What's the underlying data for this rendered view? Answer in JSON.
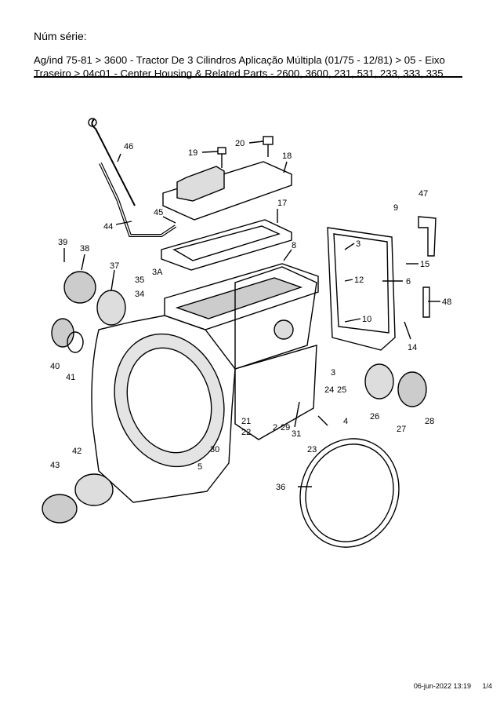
{
  "header": {
    "serial_label": "Núm série:",
    "breadcrumb_line1": "Ag/ind 75-81 > 3600 - Tractor De 3 Cilindros Aplicação Múltipla (01/75 - 12/81) > 05 - Eixo",
    "breadcrumb_line2": "Traseiro > 04c01 - Center Housing & Related Parts - 2600, 3600, 231, 531, 233, 333, 335"
  },
  "callouts": {
    "c46": "46",
    "c19": "19",
    "c20": "20",
    "c18": "18",
    "c47": "47",
    "c9": "9",
    "c17": "17",
    "c45": "45",
    "c44": "44",
    "c39": "39",
    "c38": "38",
    "c37": "37",
    "c8": "8",
    "c3a": "3A",
    "c35": "35",
    "c34": "34",
    "c3top": "3",
    "c15": "15",
    "c12": "12",
    "c6": "6",
    "c48": "48",
    "c10": "10",
    "c14": "14",
    "c40": "40",
    "c41": "41",
    "c3mid": "3",
    "c24": "24",
    "c25": "25",
    "c4": "4",
    "c26": "26",
    "c27": "27",
    "c28": "28",
    "c21": "21",
    "c2": "2",
    "c29": "29",
    "c31": "31",
    "c22": "22",
    "c30": "30",
    "c23": "23",
    "c42": "42",
    "c5": "5",
    "c43": "43",
    "c36": "36"
  },
  "footer": {
    "date": "06-jun-2022 13:19",
    "page": "1/4"
  }
}
